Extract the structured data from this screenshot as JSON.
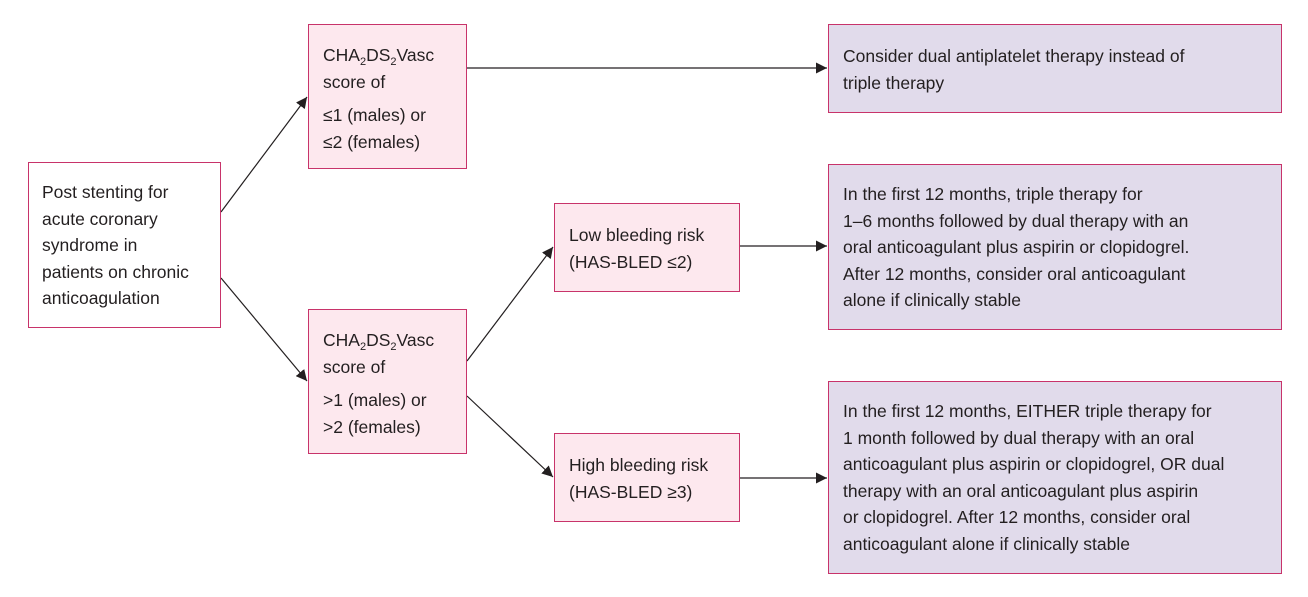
{
  "colors": {
    "box_border": "#c8336a",
    "pink_fill": "#fde8ee",
    "lavender_fill": "#e1dbeb",
    "text": "#231f20",
    "arrow": "#231f20"
  },
  "nodes": {
    "start": {
      "lines": [
        "Post stenting for",
        "acute coronary",
        "syndrome in",
        "patients on chronic",
        "anticoagulation"
      ]
    },
    "low_score": {
      "name_a": "CHA",
      "sub_a": "2",
      "name_b": "DS",
      "sub_b": "2",
      "name_c": "Vasc",
      "score_of": "score of",
      "lines": [
        "≤1 (males) or",
        "≤2 (females)"
      ]
    },
    "high_score": {
      "name_a": "CHA",
      "sub_a": "2",
      "name_b": "DS",
      "sub_b": "2",
      "name_c": "Vasc",
      "score_of": "score of",
      "lines": [
        ">1 (males) or",
        ">2 (females)"
      ]
    },
    "low_bleed": {
      "lines": [
        "Low bleeding risk",
        "(HAS-BLED ≤2)"
      ]
    },
    "high_bleed": {
      "lines": [
        "High bleeding risk",
        "(HAS-BLED ≥3)"
      ]
    },
    "outcome_dual": {
      "lines": [
        "Consider dual antiplatelet therapy instead of",
        "triple therapy"
      ]
    },
    "outcome_low_bleed": {
      "lines": [
        "In the first 12 months, triple therapy for",
        "1–6 months followed by dual therapy with an",
        "oral anticoagulant plus aspirin or clopidogrel.",
        "After 12 months, consider oral anticoagulant",
        "alone if clinically stable"
      ]
    },
    "outcome_high_bleed": {
      "lines": [
        "In the first 12 months, EITHER triple therapy for",
        "1 month followed by dual therapy with an oral",
        "anticoagulant plus aspirin or clopidogrel, OR dual",
        "therapy with an oral anticoagulant plus aspirin",
        "or clopidogrel. After 12 months, consider oral",
        "anticoagulant alone if clinically stable"
      ]
    }
  }
}
